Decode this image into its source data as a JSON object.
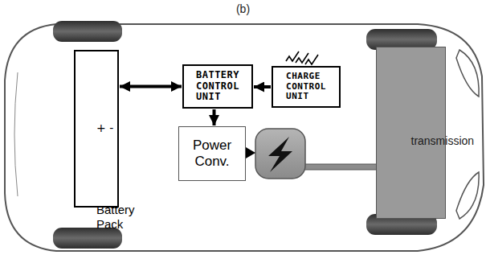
{
  "diagram": {
    "title": "(b)",
    "nodes": [
      {
        "text": [
          "+ -",
          "Battery Pack"
        ]
      },
      {
        "text": [
          "BATTERY CONTROL UNIT"
        ]
      },
      {
        "text": [
          "CHARGE CONTROL UNIT"
        ]
      },
      {
        "text": [
          "Power Conv."
        ]
      },
      {
        "text": [
          "transmission"
        ]
      }
    ],
    "edges": [
      {
        "from": 0,
        "to": 1,
        "arrow": "both"
      },
      {
        "from": 2,
        "to": 1,
        "arrow": "to"
      },
      {
        "from": 1,
        "to": 3,
        "arrow": "to"
      }
    ]
  }
}
